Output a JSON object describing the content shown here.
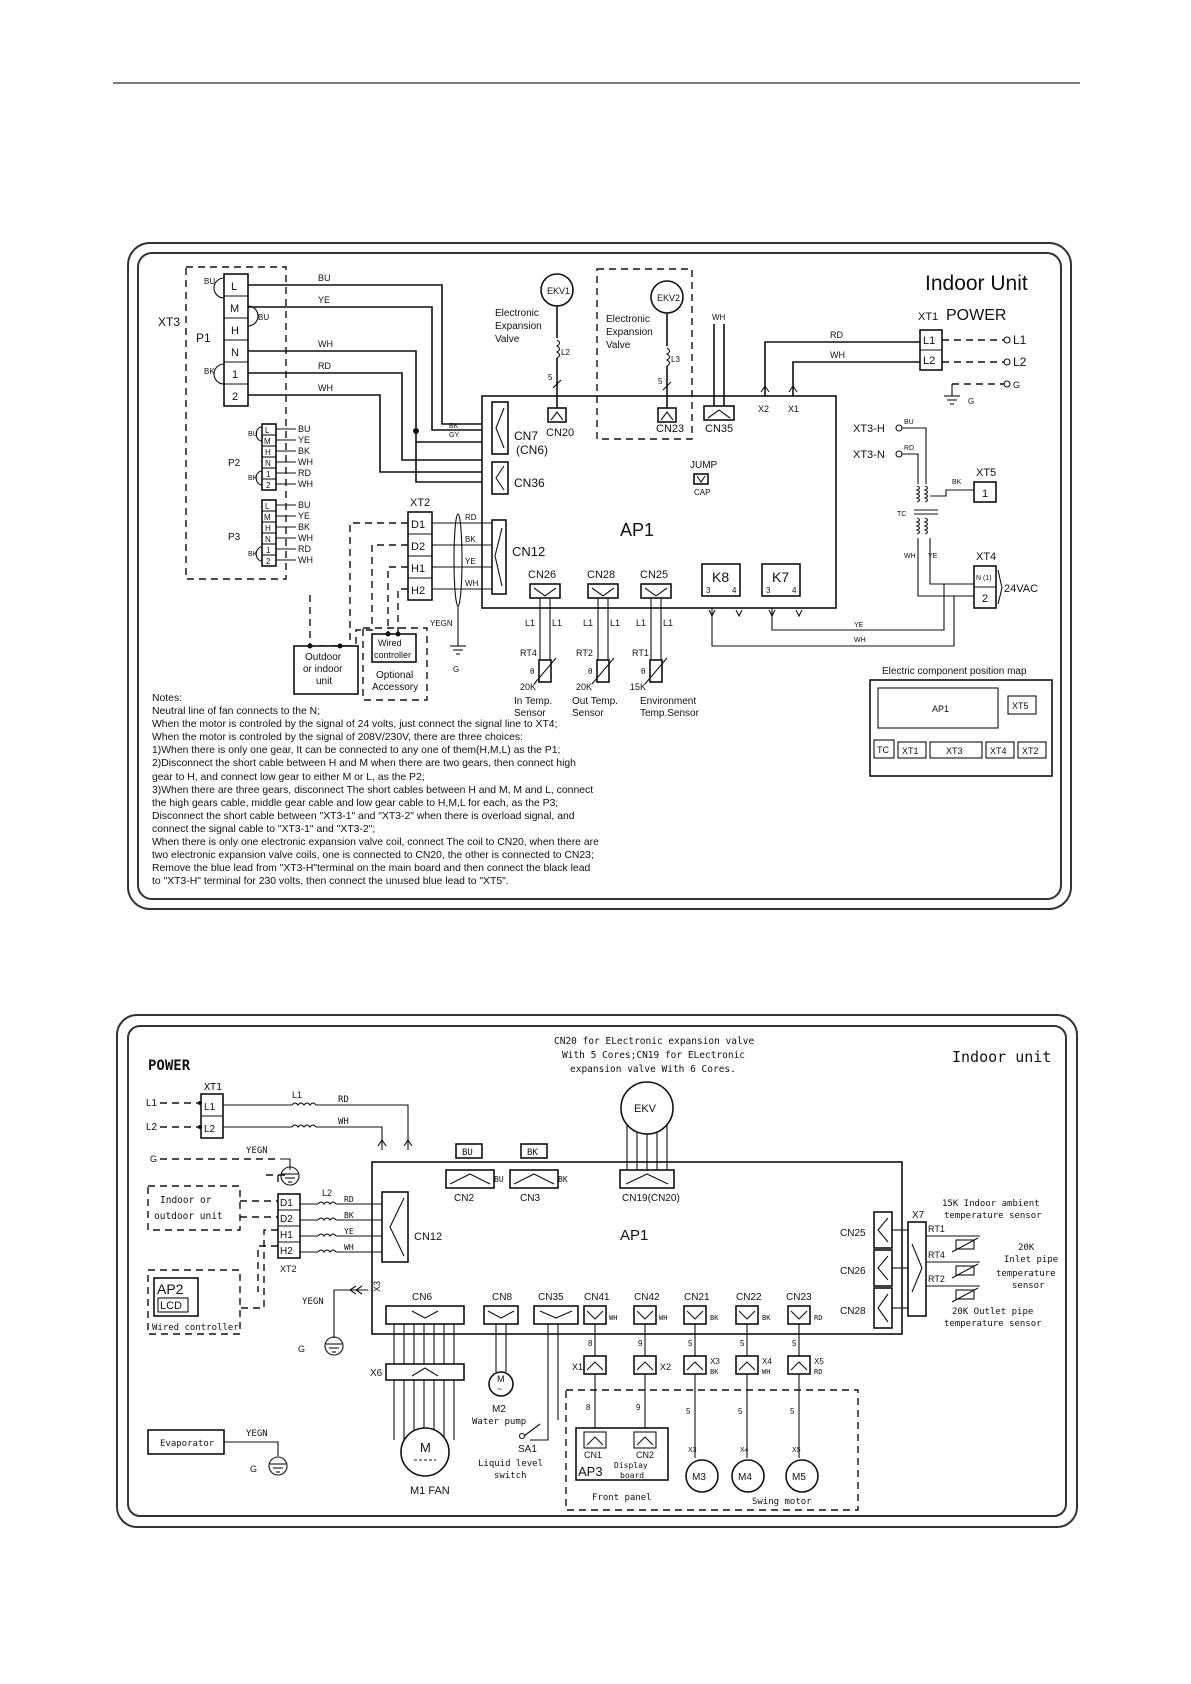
{
  "top_diagram": {
    "title": "Indoor Unit",
    "power_label": "POWER",
    "xt3": "XT3",
    "xt3_pins": [
      "L",
      "M",
      "H",
      "N",
      "1",
      "2"
    ],
    "p1": "P1",
    "p2": "P2",
    "p3": "P3",
    "p2_pins": [
      "L",
      "M",
      "H",
      "N",
      "1",
      "2"
    ],
    "p2_colors": [
      "BU",
      "YE",
      "BK",
      "WH",
      "RD",
      "WH"
    ],
    "p3_colors": [
      "BU",
      "YE",
      "BK",
      "WH",
      "RD",
      "WH"
    ],
    "wire_bu": "BU",
    "wire_ye": "YE",
    "wire_wh": "WH",
    "wire_rd": "RD",
    "wire_bk": "BK",
    "wire_gy": "GY",
    "ekv1": "EKV1",
    "ekv2": "EKV2",
    "ekv_label_1": "Electronic",
    "ekv_label_2": "Expansion",
    "ekv_label_3": "Valve",
    "l2": "L2",
    "l3": "L3",
    "five": "5",
    "cn20": "CN20",
    "cn23": "CN23",
    "cn35": "CN35",
    "cn7": "CN7",
    "cn6": "(CN6)",
    "cn36": "CN36",
    "cn12": "CN12",
    "cn26": "CN26",
    "cn28": "CN28",
    "cn25": "CN25",
    "ap1": "AP1",
    "jump": "JUMP",
    "cap": "CAP",
    "x1": "X1",
    "x2": "X2",
    "xt1": "XT1",
    "xt1_pins": [
      "L1",
      "L2"
    ],
    "l1_out": "L1",
    "l2_out": "L2",
    "g_out": "G",
    "g": "G",
    "xt3_h": "XT3-H",
    "xt3_n": "XT3-N",
    "xt5": "XT5",
    "xt5_pin": "1",
    "tc": "TC",
    "xt4": "XT4",
    "xt4_pin1": "N (1)",
    "xt4_pin2": "2",
    "vac": "24VAC",
    "k8": "K8",
    "k7": "K7",
    "k_pins": [
      "3",
      "4"
    ],
    "xt2": "XT2",
    "xt2_pins": [
      "D1",
      "D2",
      "H1",
      "H2"
    ],
    "yegn": "YEGN",
    "outdoor_box": [
      "Outdoor",
      "or indoor",
      "unit"
    ],
    "wired_box": [
      "Wired",
      "controller"
    ],
    "optional": [
      "Optional",
      "Accessory"
    ],
    "sensor_l1": "L1",
    "rt4": "RT4",
    "rt2": "RT2",
    "rt1": "RT1",
    "theta": "θ",
    "r20k": "20K",
    "r15k": "15K",
    "in_temp": [
      "In Temp.",
      "Sensor"
    ],
    "out_temp": [
      "Out Temp.",
      "Sensor"
    ],
    "env_temp": [
      "Environment",
      "Temp.Sensor"
    ],
    "map_title": "Electric component position map",
    "map_ap1": "AP1",
    "map_xt5": "XT5",
    "map_tc": "TC",
    "map_xt1": "XT1",
    "map_xt3": "XT3",
    "map_xt4": "XT4",
    "map_xt2": "XT2",
    "notes": [
      "Notes:",
      "Neutral line of fan connects to the N;",
      "When the motor is controled by the signal of 24 volts, just connect the signal line to XT4;",
      "When the motor is controled by the signal of 208V/230V, there are three choices:",
      "1)When there is only one gear, It can be connected to any one of them(H,M,L) as the P1;",
      "2)Disconnect the short cable between H and M when there are two gears, then connect high",
      "gear to H, and connect low gear to either M or L, as the P2;",
      "3)When there are three gears, disconnect The short cables between H and M, M and L, connect",
      "the high gears cable, middle gear cable and low gear cable to H,M,L for each, as the P3;",
      "Disconnect the short cable between \"XT3-1\" and \"XT3-2\" when there is overload signal, and",
      "connect the signal cable to \"XT3-1\" and \"XT3-2\";",
      "When there is only one electronic expansion valve coil, connect The coil to CN20, when there are",
      "two electronic expansion valve coils, one is connected to CN20, the other is connected to CN23;",
      "Remove the blue lead from \"XT3-H\"terminal on the main board and then connect the black lead",
      "to \"XT3-H\" terminal for 230 volts, then connect the unused blue lead to \"XT5\"."
    ]
  },
  "bottom_diagram": {
    "title": "Indoor unit",
    "power_label": "POWER",
    "note_1": "CN20 for ELectronic expansion valve",
    "note_2": "With 5 Cores;CN19 for ELectronic",
    "note_3": "expansion valve With 6 Cores.",
    "xt1": "XT1",
    "xt1_pins": [
      "L1",
      "L2"
    ],
    "l1_in": "L1",
    "l2_in": "L2",
    "g_in": "G",
    "choke_l1": "L1",
    "rd": "RD",
    "wh": "WH",
    "yegn": "YEGN",
    "g": "G",
    "x1": "X1",
    "x2": "X2",
    "x3": "X3",
    "ekv": "EKV",
    "cn2": "CN2",
    "cn3": "CN3",
    "cn19": "CN19(CN20)",
    "bu": "BU",
    "bk": "BK",
    "ap1": "AP1",
    "indoor_box": [
      "Indoor or",
      "outdoor unit"
    ],
    "xt2": "XT2",
    "xt2_pins": [
      "D1",
      "D2",
      "H1",
      "H2"
    ],
    "l2": "L2",
    "xt2_colors": [
      "RD",
      "BK",
      "YE",
      "WH"
    ],
    "cn12": "CN12",
    "ap2": "AP2",
    "lcd": "LCD",
    "wired_controller": "Wired controller",
    "cn6": "CN6",
    "cn8": "CN8",
    "cn35": "CN35",
    "cn41": "CN41",
    "cn42": "CN42",
    "cn21": "CN21",
    "cn22": "CN22",
    "cn23": "CN23",
    "cn41_c": "WH",
    "cn42_c": "WH",
    "cn21_c": "BK",
    "cn22_c": "BK",
    "cn23_c": "RD",
    "cn25": "CN25",
    "cn26": "CN26",
    "cn28": "CN28",
    "x7": "X7",
    "rt1": "RT1",
    "rt4": "RT4",
    "rt2": "RT2",
    "s15k": "15K Indoor ambient",
    "s15k_2": "temperature sensor",
    "s20k_in": "20K",
    "s20k_in_2": "Inlet pipe",
    "s20k_in_3": "temperature",
    "s20k_in_4": "sensor",
    "s20k_out": "20K Outlet pipe",
    "s20k_out_2": "temperature sensor",
    "x6": "X6",
    "m1": "M",
    "m1_label": "M1 FAN",
    "m2": "M",
    "m2_tilde": "~",
    "m2_label": "M2",
    "water_pump": "Water pump",
    "sa1": "SA1",
    "liquid_1": "Liquid level",
    "liquid_2": "switch",
    "pin8": "8",
    "pin9": "9",
    "pin5": "5",
    "xx1": "X1",
    "xx2": "X2",
    "xx3": "X3",
    "xx4": "X4",
    "xx5": "X5",
    "x3c": "BK",
    "x4c": "WH",
    "x5c": "RD",
    "ap3": "AP3",
    "ap3_cn1": "CN1",
    "ap3_cn2": "CN2",
    "display_1": "Display",
    "display_2": "board",
    "front_panel": "Front panel",
    "m3": "M3",
    "m4": "M4",
    "m5": "M5",
    "swing_motor": "Swing motor",
    "evaporator": "Evaporator"
  }
}
